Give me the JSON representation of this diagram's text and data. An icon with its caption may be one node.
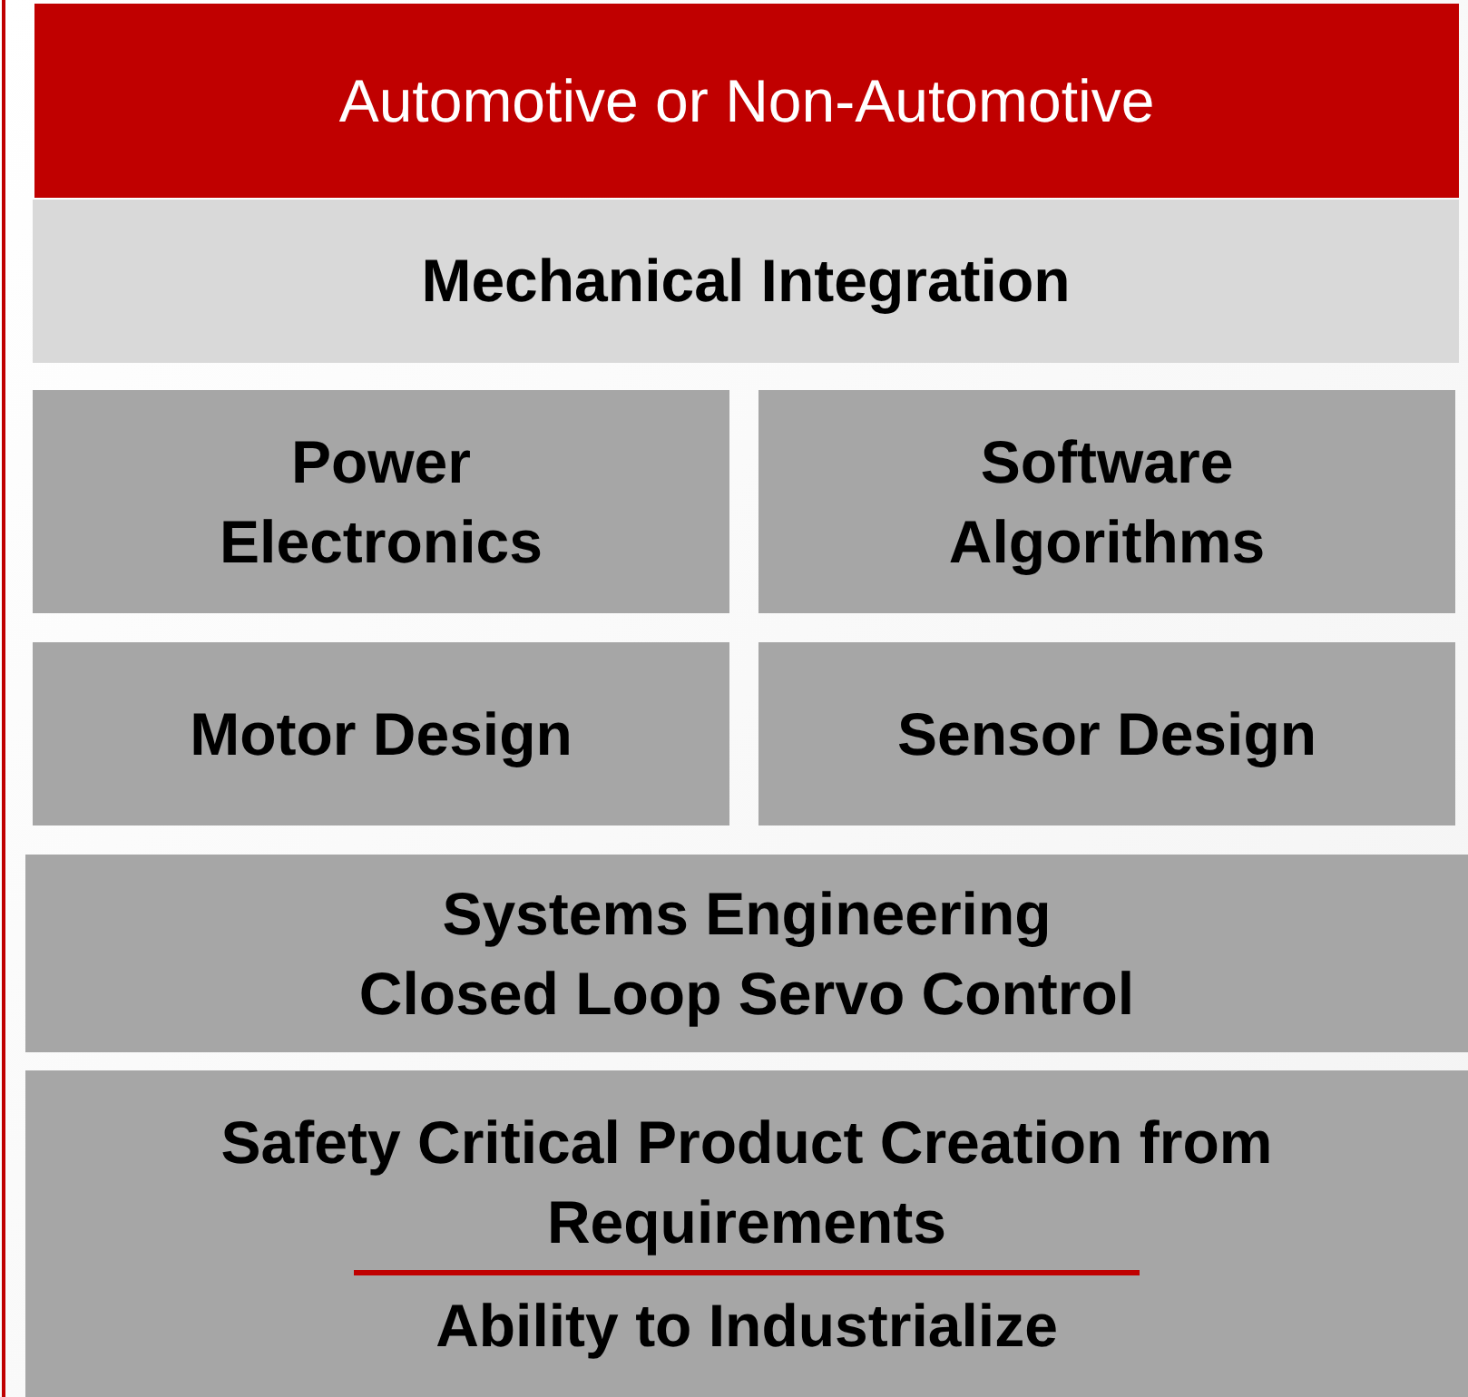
{
  "diagram": {
    "nodes": [
      {
        "text": [
          "Automotive or Non-Automotive"
        ]
      },
      {
        "text": [
          "Mechanical Integration"
        ]
      },
      {
        "text": [
          "Power Electronics"
        ]
      },
      {
        "text": [
          "Software Algorithms"
        ]
      },
      {
        "text": [
          "Motor Design"
        ]
      },
      {
        "text": [
          "Sensor Design"
        ]
      },
      {
        "text": [
          "Systems Engineering",
          "Closed Loop Servo Control"
        ]
      },
      {
        "text": [
          "Safety Critical Product Creation from Requirements",
          "Ability to Industrialize"
        ]
      }
    ]
  }
}
